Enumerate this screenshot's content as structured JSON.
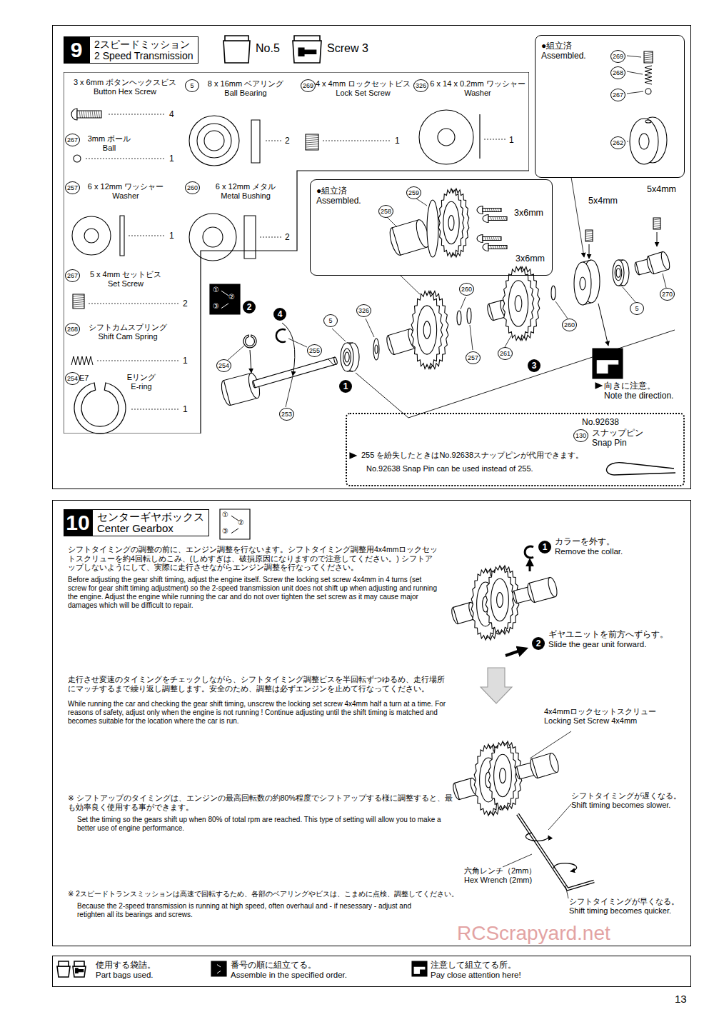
{
  "diagram": {
    "nodes": [
      {
        "text": [
          "9",
          "2スピードミッション 2 Speed Transmission"
        ]
      },
      {
        "text": [
          "3 x 6mm ボタンヘックスビス Button Hex Screw",
          "4",
          "5",
          "8 x 16mm ベアリング Ball Bearing",
          "2",
          "269",
          "4 x 4mm ロックセットビス Lock Set Screw",
          "1",
          "326",
          "6 x 14 x 0.2mm ワッシャー Washer",
          "1",
          "267",
          "3mm ボール Ball",
          "1",
          "257",
          "6 x 12mm ワッシャー Washer",
          "1",
          "260",
          "6 x 12mm メタル Metal Bushing",
          "2",
          "267",
          "5 x 4mm セットビス Set Screw",
          "2",
          "268",
          "シフトカムスプリング Shift Cam Spring",
          "1",
          "254",
          "E7",
          "Eリング E-ring",
          "1"
        ],
        "in": 0
      },
      {
        "text": [
          "●組立済 Assembled.",
          "269",
          "268",
          "267",
          "262"
        ],
        "in": 0
      },
      {
        "text": [
          "●組立済 Assembled.",
          "258",
          "259",
          "3x6mm",
          "3x6mm"
        ],
        "in": 0
      },
      {
        "text": [
          "No.92638",
          "130",
          "スナップピン Snap Pin",
          "255 を紛失したときはNo.92638スナップピンが代用できます。",
          "No.92638 Snap Pin can be used instead of 255."
        ],
        "in": 0
      },
      {
        "text": [
          "10",
          "センターギヤボックス Center Gearbox"
        ]
      },
      {
        "text": [
          "使用する袋詰。 Part bags used.",
          "番号の順に組立てる。 Assemble in the specified order.",
          "注意して組立てる所。 Pay close attention here!"
        ]
      }
    ],
    "labels": [
      "No.5",
      "Screw 3",
      "①",
      "②",
      "③",
      "5x4mm",
      "5x4mm",
      "5",
      "326",
      "260",
      "261",
      "260",
      "257",
      "5",
      "270",
      "253",
      "254",
      "255",
      "2",
      "4",
      "1",
      "3",
      "向きに注意。 Note the direction.",
      "①",
      "②",
      "③",
      "シフトタイミングの調整の前に、エンジン調整を行ないます。シフトタイミング調整用4x4mmロックセットスクリューを約4回転しめこみ、(しめすぎは、破損原因になりますので注意してください。) シフトアップしないようにして、実際に走行させながらエンジン調整を行なってください。",
      "Before adjusting the gear shift timing, adjust the engine itself. Screw the locking set screw 4x4mm in 4 turns (set screw for gear shift timing adjustment) so the 2-speed transmission unit does not shift up when adjusting and running the engine. Adjust the engine while running the car and do not over tighten the set screw as it may cause major damages which will be difficult to repair.",
      "走行させ変速のタイミングをチェックしながら、シフトタイミング調整ビスを半回転ずつゆるめ、走行場所にマッチするまで繰り返し調整します。安全のため、調整は必ずエンジンを止めて行なってください。",
      "While running the car and checking the gear shift timing, unscrew the locking set screw 4x4mm half a turn at a time. For reasons of safety, adjust only when the engine is not running ! Continue adjusting until the shift timing is matched and becomes suitable for the location where the car is run.",
      "※ シフトアップのタイミングは、エンジンの最高回転数の約80%程度でシフトアップする様に調整すると、最も効率良く使用する事ができます。",
      "Set the timing so the gears shift up when 80% of total rpm are reached.  This type of setting will allow you to make a better use of engine performance.",
      "※ 2スピードトランスミッションは高速で回転するため、各部のベアリングやビスは、こまめに点検、調整してください。",
      "Because the 2-speed transmission is running at high speed, often overhaul and - if nesessary - adjust and retighten all its bearings and screws.",
      "1",
      "カラーを外す。 Remove the collar.",
      "2",
      "ギヤユニットを前方へずらす。 Slide the gear unit forward.",
      "4x4mmロックセットスクリュー Locking Set Screw 4x4mm",
      "シフトタイミングが遅くなる。 Shift timing becomes slower.",
      "六角レンチ（2mm） Hex Wrench (2mm)",
      "シフトタイミングが早くなる。 Shift timing becomes quicker.",
      "RCScrapyard.net",
      "13"
    ]
  }
}
